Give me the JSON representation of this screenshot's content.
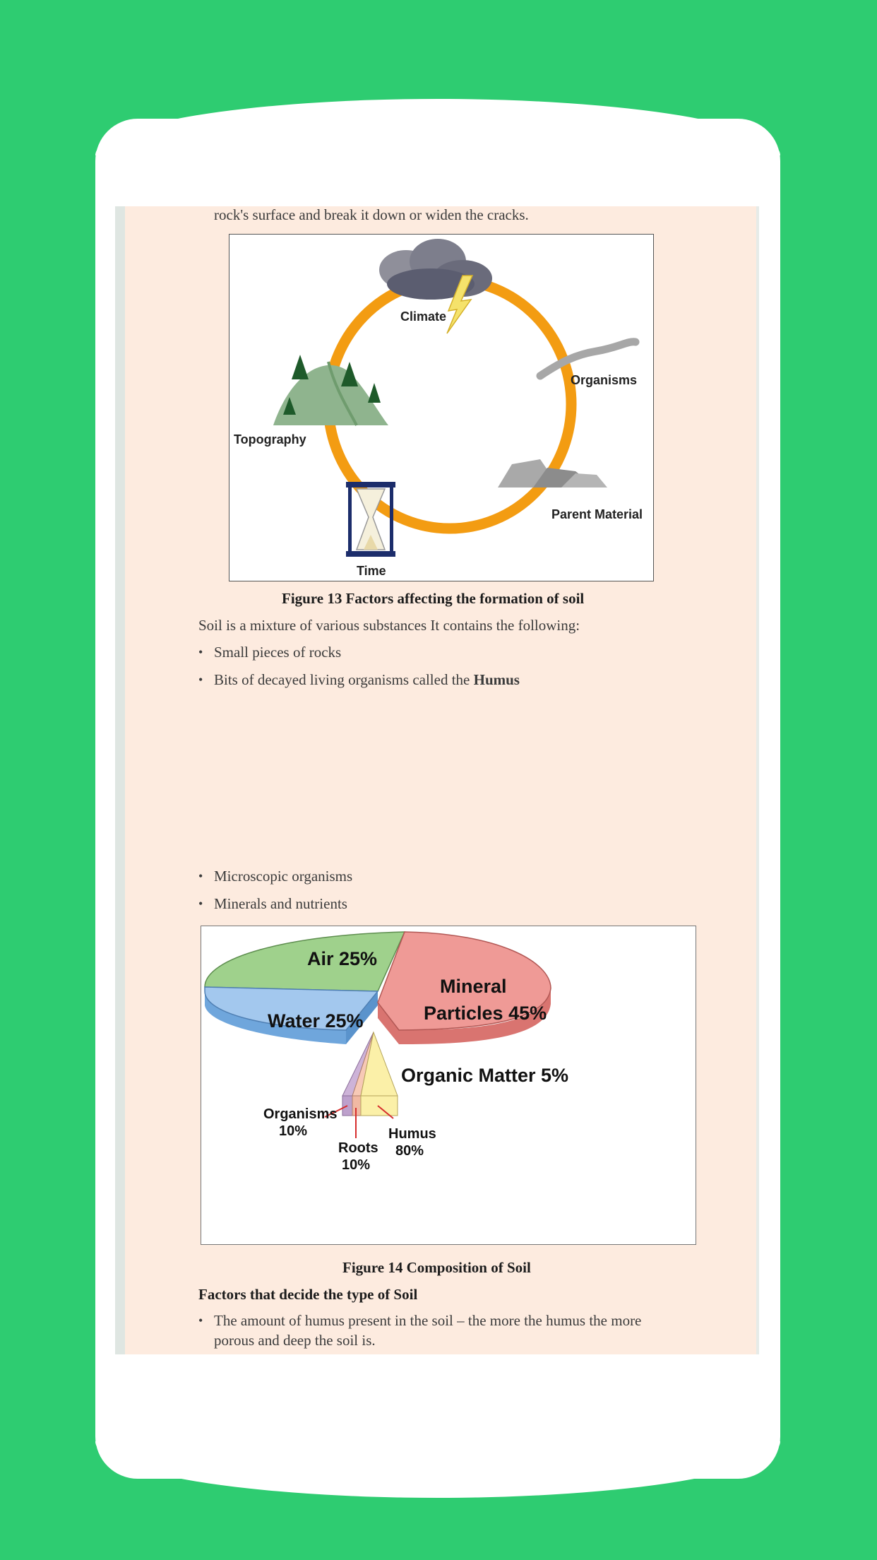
{
  "intro_line": "rock's surface and break it down or widen the cracks.",
  "figure13": {
    "labels": {
      "climate": "Climate",
      "organisms": "Organisms",
      "parent_material": "Parent Material",
      "time": "Time",
      "topography": "Topography"
    },
    "caption": "Figure 13 Factors affecting the formation of soil",
    "colors": {
      "ring": "#f39c12"
    }
  },
  "soil_intro": "Soil is a mixture of various substances It contains the following:",
  "bullets_a": [
    {
      "text": "Small pieces of rocks"
    },
    {
      "text": "Bits of decayed living organisms called the ",
      "bold": "Humus"
    }
  ],
  "bullets_b": [
    {
      "text": "Microscopic organisms"
    },
    {
      "text": "Minerals and nutrients"
    }
  ],
  "figure14": {
    "caption": "Figure 14 Composition of Soil",
    "colors": {
      "air": "#9fd18c",
      "water": "#a3c8ee",
      "mineral": "#ef9a96",
      "organic": "#fbf0a8",
      "organisms": "#cdb3d8",
      "roots": "#f7c9b6"
    }
  },
  "chart_data": {
    "type": "pie",
    "title": "",
    "slices": [
      {
        "label": "Air 25%",
        "value": 25
      },
      {
        "label": "Water 25%",
        "value": 25
      },
      {
        "label": "Mineral Particles 45%",
        "line1": "Mineral",
        "line2": "Particles 45%",
        "value": 45
      },
      {
        "label": "Organic Matter 5%",
        "value": 5
      }
    ],
    "organic_breakdown": [
      {
        "name": "Organisms",
        "pct": "10%",
        "value": 10
      },
      {
        "name": "Roots",
        "pct": "10%",
        "value": 10
      },
      {
        "name": "Humus",
        "pct": "80%",
        "value": 80
      }
    ]
  },
  "factors_heading": "Factors that decide the type of Soil",
  "bullets_c": [
    {
      "line1": "The amount of humus present in the soil – the more the humus the more",
      "line2": "porous and deep the soil is."
    }
  ]
}
